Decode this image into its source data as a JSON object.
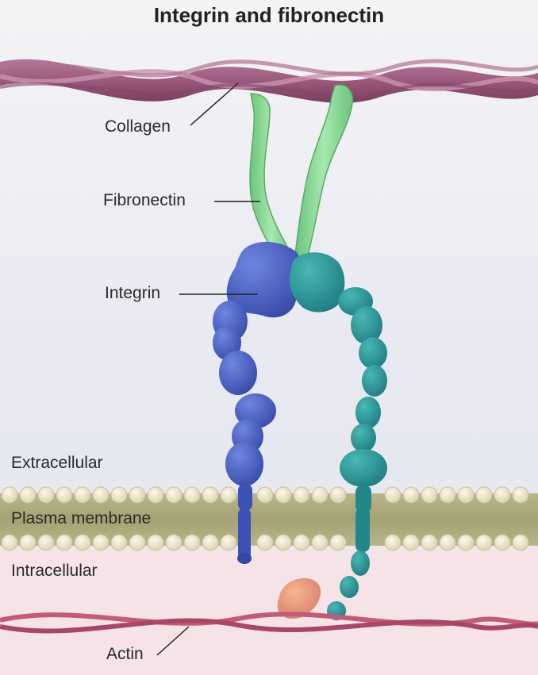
{
  "title": "Integrin and fibronectin",
  "labels": {
    "collagen": "Collagen",
    "fibronectin": "Fibronectin",
    "integrin": "Integrin",
    "extracellular": "Extracellular",
    "plasma_membrane": "Plasma membrane",
    "intracellular": "Intracellular",
    "actin": "Actin"
  },
  "colors": {
    "collagen": "#9b5a7e",
    "fibronectin": "#8fd99a",
    "integrin_alpha": "#4b63c4",
    "integrin_beta": "#2a9a9a",
    "membrane_head": "#ece7cf",
    "membrane_core": "#a8a57a",
    "actin": "#c25a78",
    "adaptor": "#e89a7a"
  }
}
